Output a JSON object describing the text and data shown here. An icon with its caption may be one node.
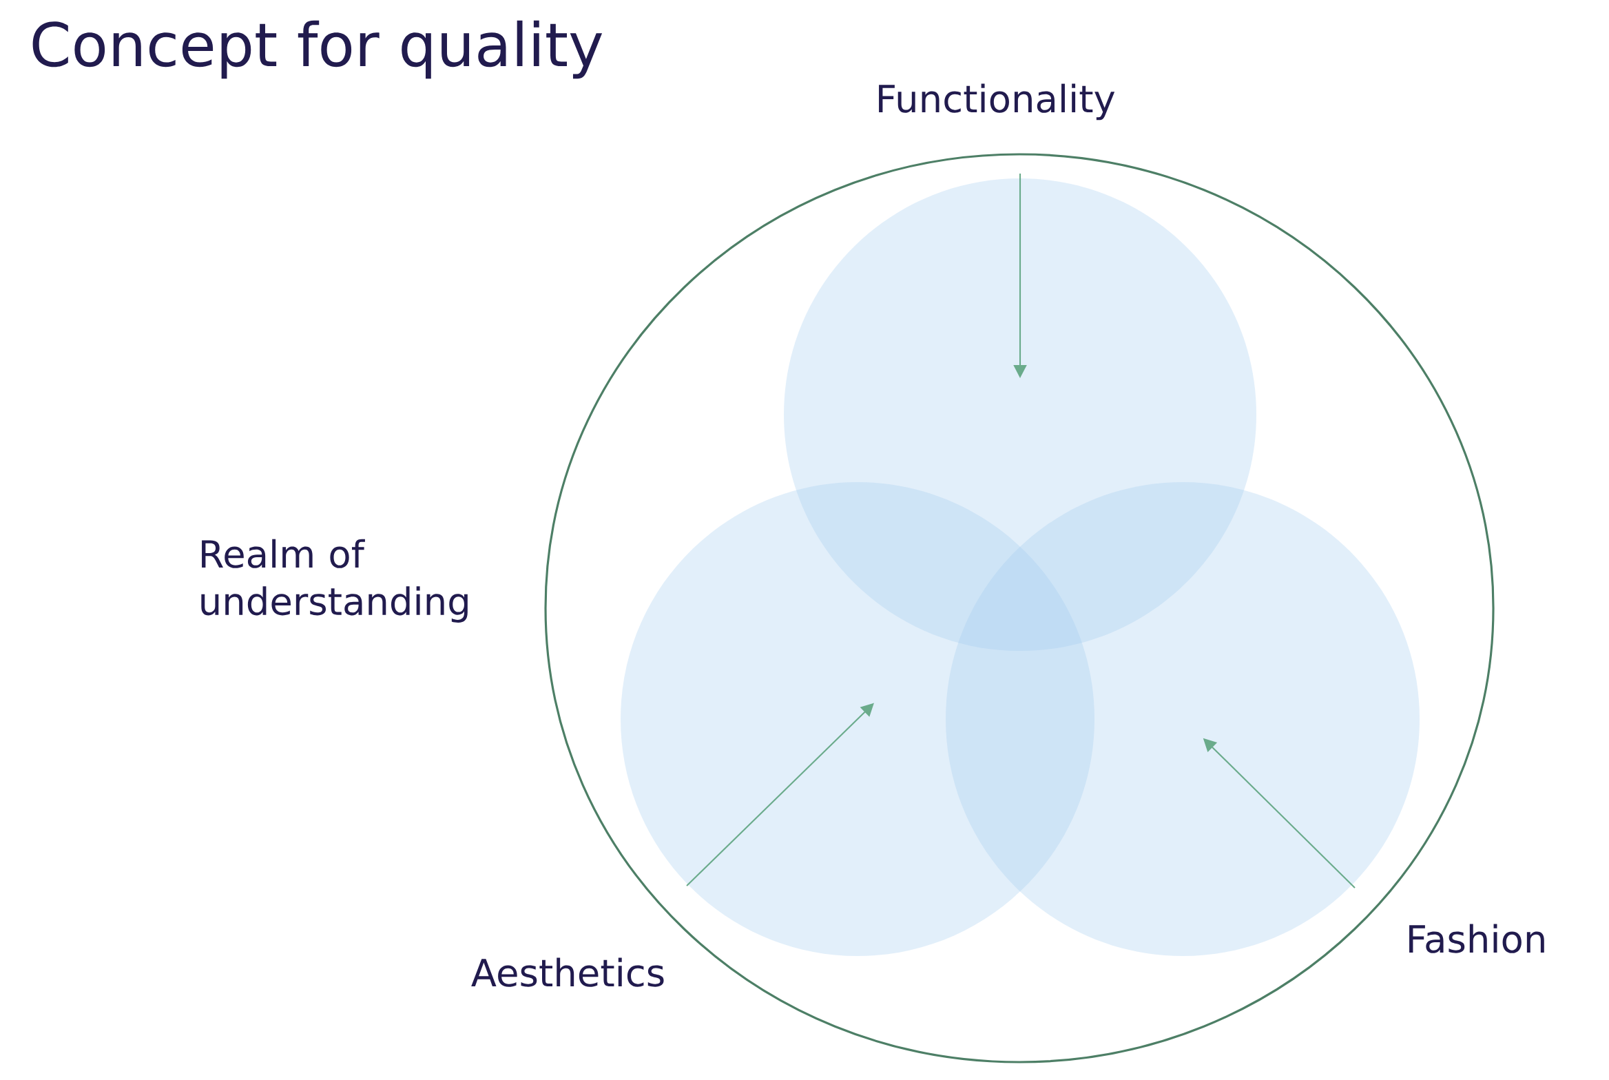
{
  "diagram": {
    "title": "Concept for quality",
    "nodes": [
      {
        "text": [
          "Realm of understanding"
        ]
      },
      {
        "text": [],
        "shape": "circle",
        "in": 0
      },
      {
        "text": [],
        "shape": "circle",
        "in": 0
      },
      {
        "text": [],
        "shape": "circle",
        "in": 0
      }
    ],
    "edges": [
      {
        "from": null,
        "to": 1,
        "arrow": "to"
      },
      {
        "from": null,
        "to": 2,
        "arrow": "to"
      },
      {
        "from": null,
        "to": 3,
        "arrow": "to"
      }
    ],
    "labels": [
      "Functionality",
      "Aesthetics",
      "Fashion"
    ]
  }
}
